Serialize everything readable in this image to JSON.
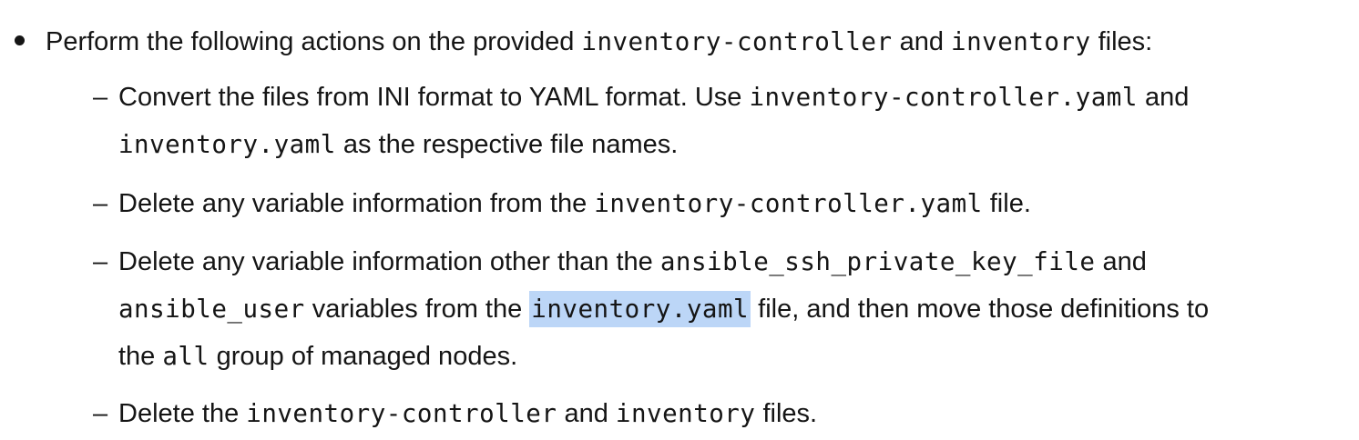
{
  "item": {
    "a": "Perform the following actions on the provided ",
    "b": "inventory-controller",
    "c": " and ",
    "d": "inventory",
    "e": " files:"
  },
  "dash": "–",
  "sub": [
    {
      "a": "Convert the files from INI format to YAML format. Use ",
      "b": "inventory-controller.yaml",
      "c": " and",
      "d": "inventory.yaml",
      "e": " as the respective file names."
    },
    {
      "a": "Delete any variable information from the ",
      "b": "inventory-controller.yaml",
      "c": " file."
    },
    {
      "a": "Delete any variable information other than the ",
      "b": "ansible_ssh_private_key_file",
      "c": " and",
      "d": "ansible_user",
      "e": " variables from the ",
      "f": "inventory.yaml",
      "g": " file, and then move those definitions to",
      "h": "the ",
      "i": "all",
      "j": " group of managed nodes."
    },
    {
      "a": "Delete the ",
      "b": "inventory-controller",
      "c": " and ",
      "d": "inventory",
      "e": " files."
    }
  ]
}
